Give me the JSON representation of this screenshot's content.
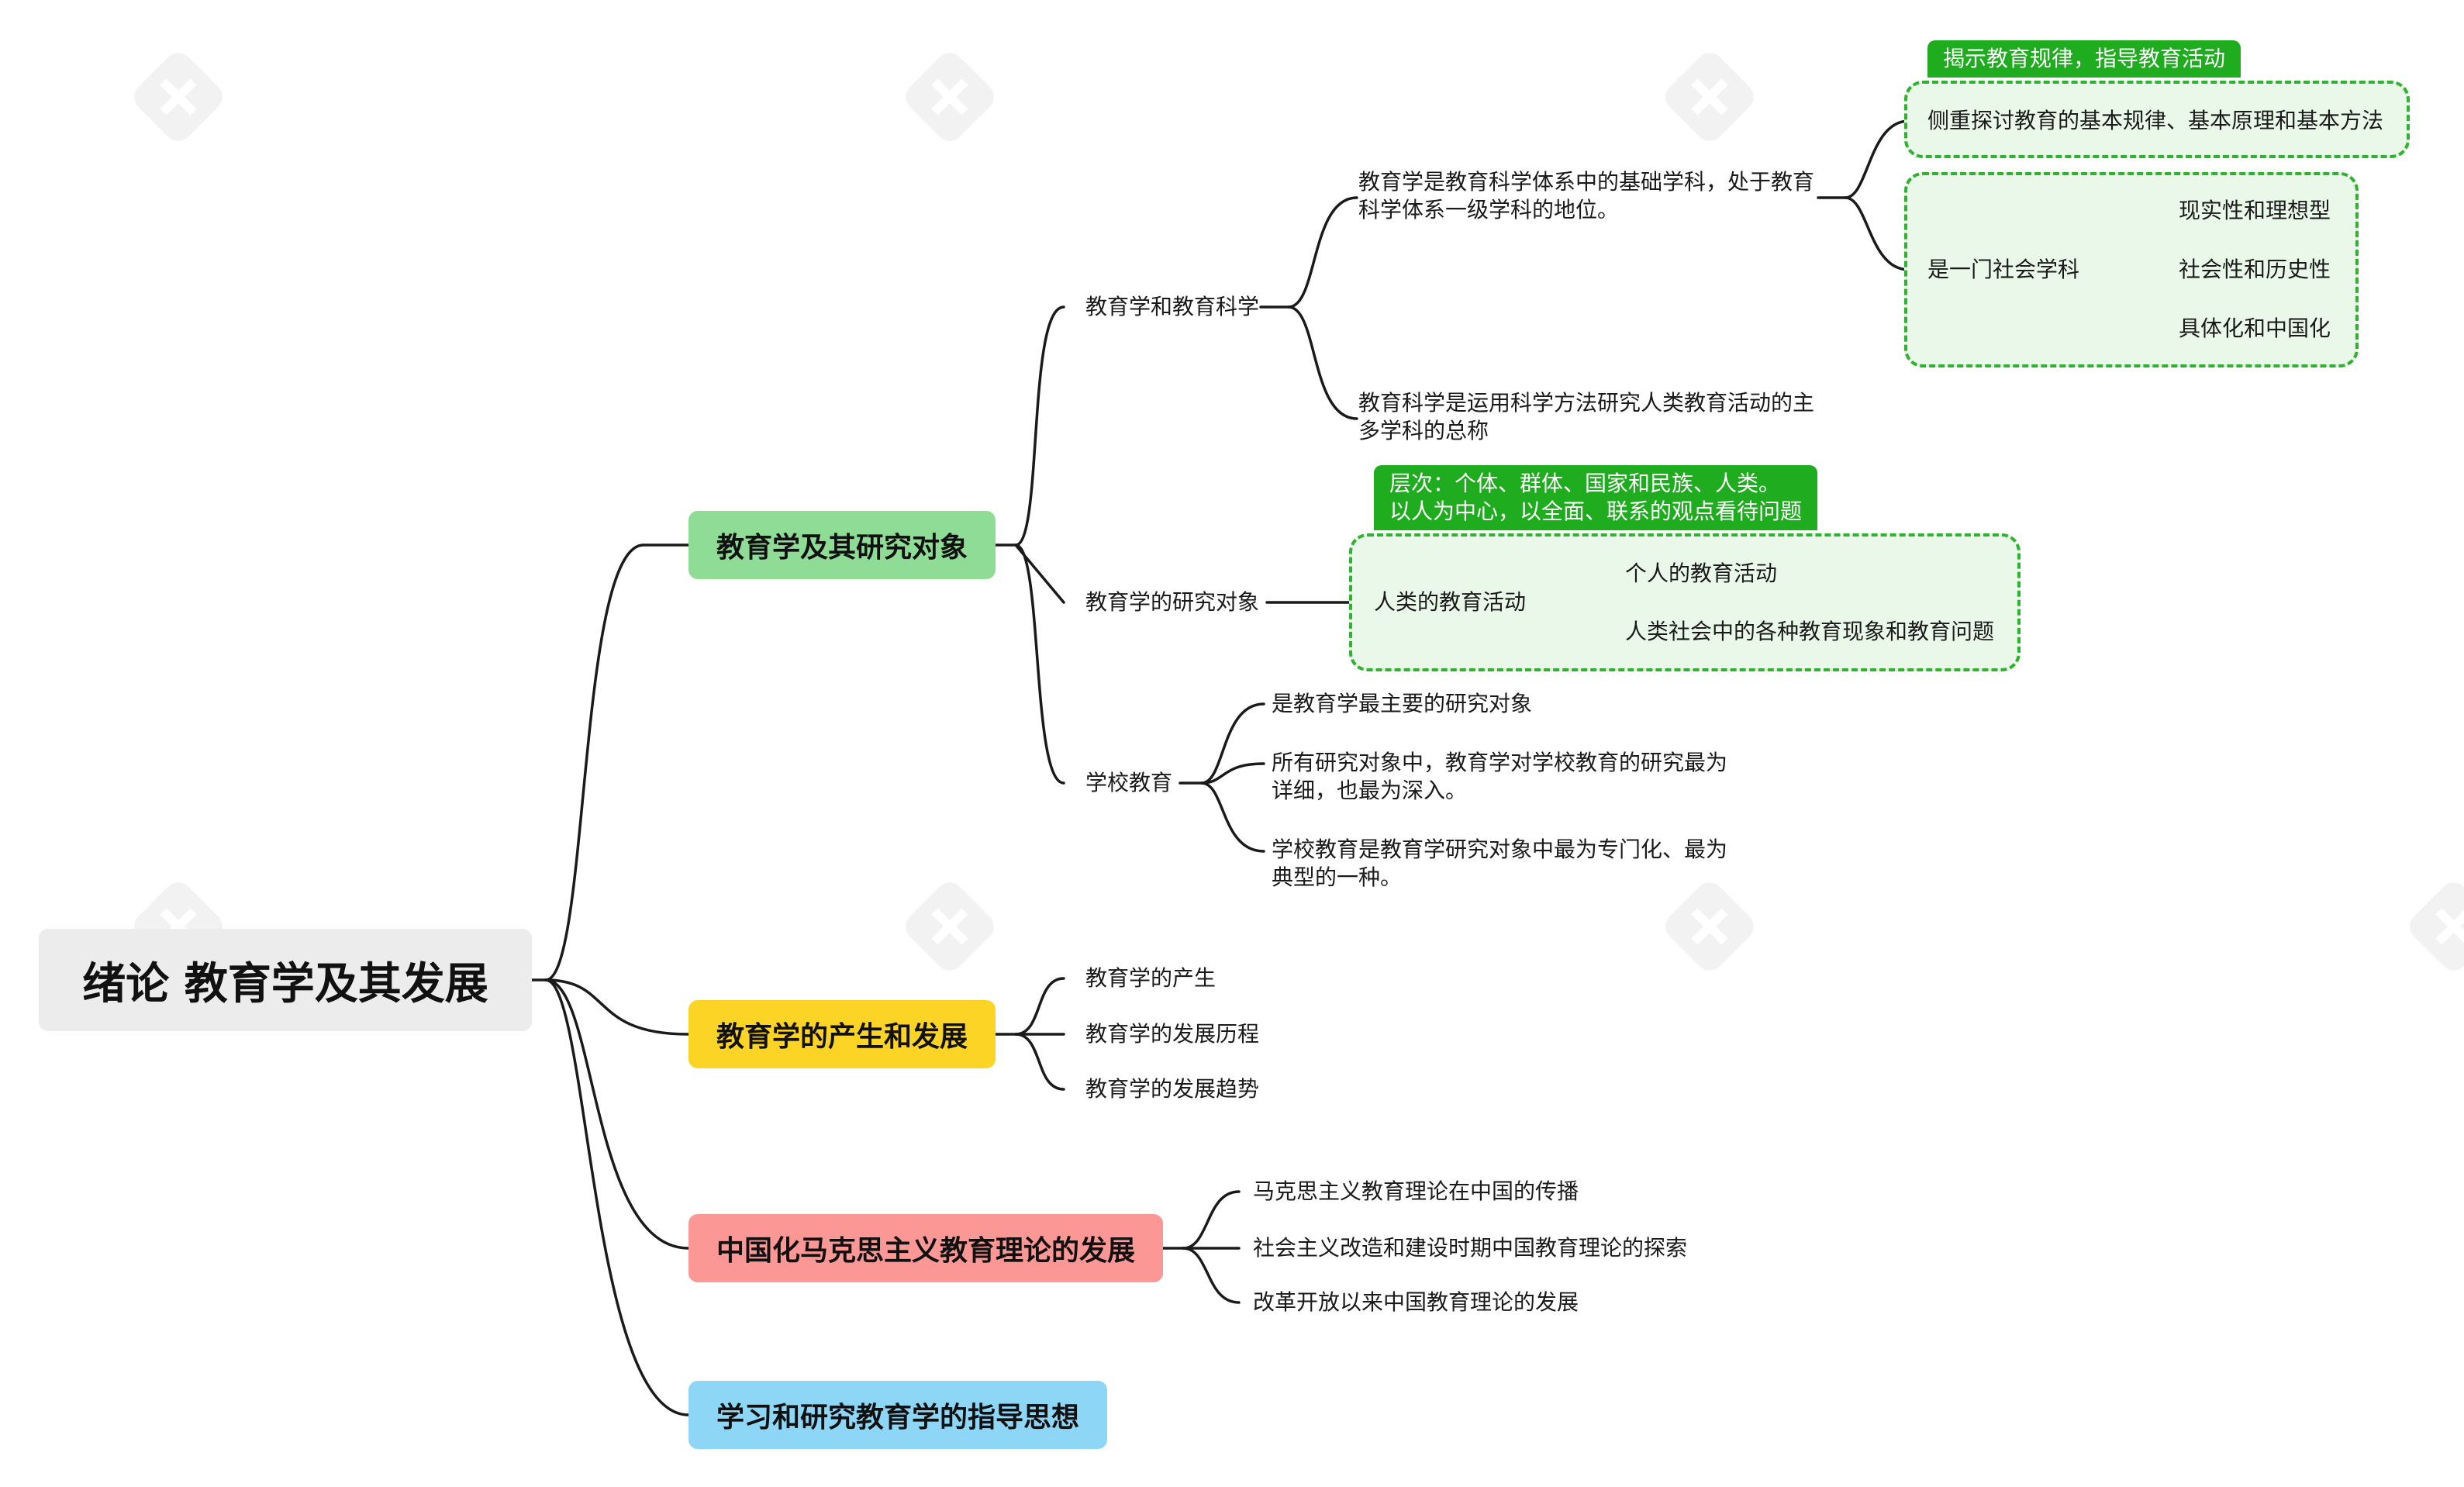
{
  "root": {
    "label": "绪论 教育学及其发展"
  },
  "branches": [
    {
      "label": "教育学及其研究对象",
      "color": "#8edc95",
      "children": [
        {
          "label": "教育学和教育科学",
          "children": [
            {
              "lines": [
                "教育学是教育科学体系中的基础学科，处于教育",
                "科学体系一级学科的地位。"
              ]
            },
            {
              "lines": [
                "教育科学是运用科学方法研究人类教育活动的主",
                "多学科的总称"
              ]
            }
          ]
        },
        {
          "label": "教育学的研究对象"
        },
        {
          "label": "学校教育",
          "children": [
            {
              "lines": [
                "是教育学最主要的研究对象"
              ]
            },
            {
              "lines": [
                "所有研究对象中，教育学对学校教育的研究最为",
                "详细，也最为深入。"
              ]
            },
            {
              "lines": [
                "学校教育是教育学研究对象中最为专门化、最为",
                "典型的一种。"
              ]
            }
          ]
        }
      ]
    },
    {
      "label": "教育学的产生和发展",
      "color": "#fcd426",
      "children": [
        {
          "label": "教育学的产生"
        },
        {
          "label": "教育学的发展历程"
        },
        {
          "label": "教育学的发展趋势"
        }
      ]
    },
    {
      "label": "中国化马克思主义教育理论的发展",
      "color": "#fb9795",
      "children": [
        {
          "label": "马克思主义教育理论在中国的传播"
        },
        {
          "label": "社会主义改造和建设时期中国教育理论的探索"
        },
        {
          "label": "改革开放以来中国教育理论的发展"
        }
      ]
    },
    {
      "label": "学习和研究教育学的指导思想",
      "color": "#8ed6f6"
    }
  ],
  "science_group": {
    "callout": "揭示教育规律，指导教育活动",
    "box1": "侧重探讨教育的基本规律、基本原理和基本方法",
    "box2": {
      "label": "是一门社会学科",
      "children": [
        "现实性和理想型",
        "社会性和历史性",
        "具体化和中国化"
      ]
    }
  },
  "object_group": {
    "callout_lines": [
      "层次：个体、群体、国家和民族、人类。",
      "以人为中心，以全面、联系的观点看待问题"
    ],
    "label": "人类的教育活动",
    "children": [
      "个人的教育活动",
      "人类社会中的各种教育现象和教育问题"
    ]
  },
  "colors": {
    "line": "#1a1a1a",
    "green": "#1fac1f",
    "dash": "#2fb22f",
    "dash_fill": "#eaf8ea"
  }
}
